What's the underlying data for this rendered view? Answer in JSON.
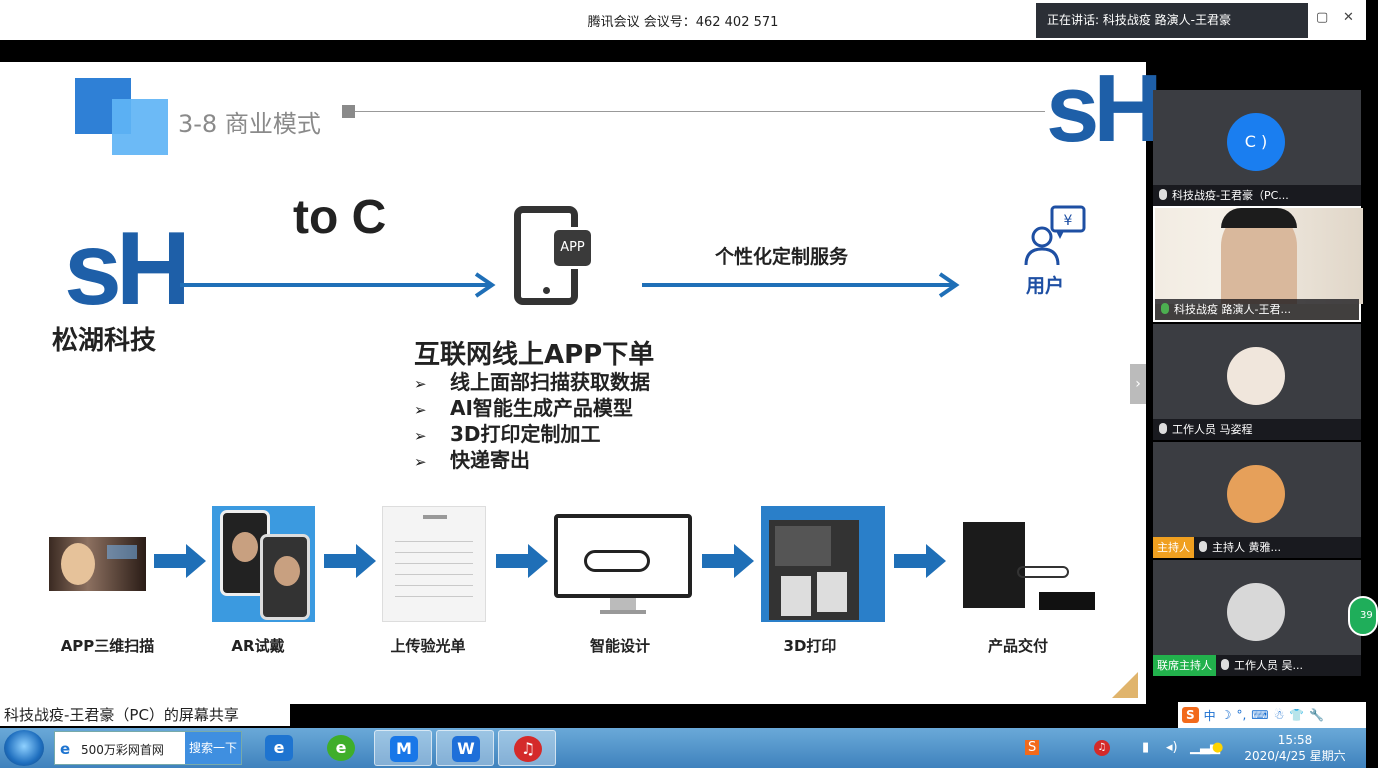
{
  "meeting": {
    "title": "腾讯会议 会议号：462 402 571",
    "speaking": "正在讲话: 科技战疫 路演人-王君豪",
    "window_buttons": [
      "▢",
      "✕"
    ]
  },
  "slide": {
    "section_title": "3-8 商业模式",
    "logo_text": "sH",
    "company": "松湖科技",
    "to_c": "to C",
    "app_badge": "APP",
    "custom_service": "个性化定制服务",
    "user_label": "用户",
    "online_heading": "互联网线上APP下单",
    "bullet_marker": "➢",
    "bullets": [
      "线上面部扫描获取数据",
      "AI智能生成产品模型",
      "3D打印定制加工",
      "快递寄出"
    ],
    "steps": [
      "APP三维扫描",
      "AR试戴",
      "上传验光单",
      "智能设计",
      "3D打印",
      "产品交付"
    ],
    "next_arrow": "›",
    "colors": {
      "brand_blue": "#1e5fa8",
      "accent_blue": "#2f80d6",
      "arrow_blue": "#1f6fb7"
    }
  },
  "participants": [
    {
      "name": "科技战疫-王君豪（PC...",
      "avatar_text": "C )",
      "avatar_color": "#1a7ef0",
      "active": false,
      "role": ""
    },
    {
      "name": "科技战疫 路演人-王君...",
      "avatar_text": "",
      "avatar_color": "#d9c2a8",
      "active": true,
      "role": "",
      "mic": "on"
    },
    {
      "name": "工作人员 马姿程",
      "avatar_text": "",
      "avatar_color": "#f0e6dc",
      "active": false,
      "role": ""
    },
    {
      "name": "主持人 黄雅...",
      "avatar_text": "",
      "avatar_color": "#e6a05a",
      "active": false,
      "role": "主持人",
      "role_color": "#f0a020"
    },
    {
      "name": "工作人员 吴...",
      "avatar_text": "",
      "avatar_color": "#d8d8d8",
      "active": false,
      "role": "联席主持人",
      "role_color": "#22b14c"
    }
  ],
  "side_badge": "39",
  "share_label": "科技战疫-王君豪（PC）的屏幕共享",
  "ime_items": [
    "S",
    "中",
    "☽",
    "°,",
    "⌨",
    "☃",
    "👕",
    "🔧"
  ],
  "taskbar": {
    "search_tab": "500万彩网首网",
    "search_button": "搜索一下",
    "apps": [
      {
        "name": "ie",
        "glyph": "e",
        "color": "#1e74d0"
      },
      {
        "name": "browser-360",
        "glyph": "e",
        "color": "#3fae2a"
      },
      {
        "name": "tencent-meeting",
        "glyph": "M",
        "color": "#1877e8"
      },
      {
        "name": "wps",
        "glyph": "W",
        "color": "#1e6fd9"
      },
      {
        "name": "netease-music",
        "glyph": "♫",
        "color": "#d42a2a"
      }
    ],
    "time": "15:58",
    "date": "2020/4/25 星期六"
  }
}
